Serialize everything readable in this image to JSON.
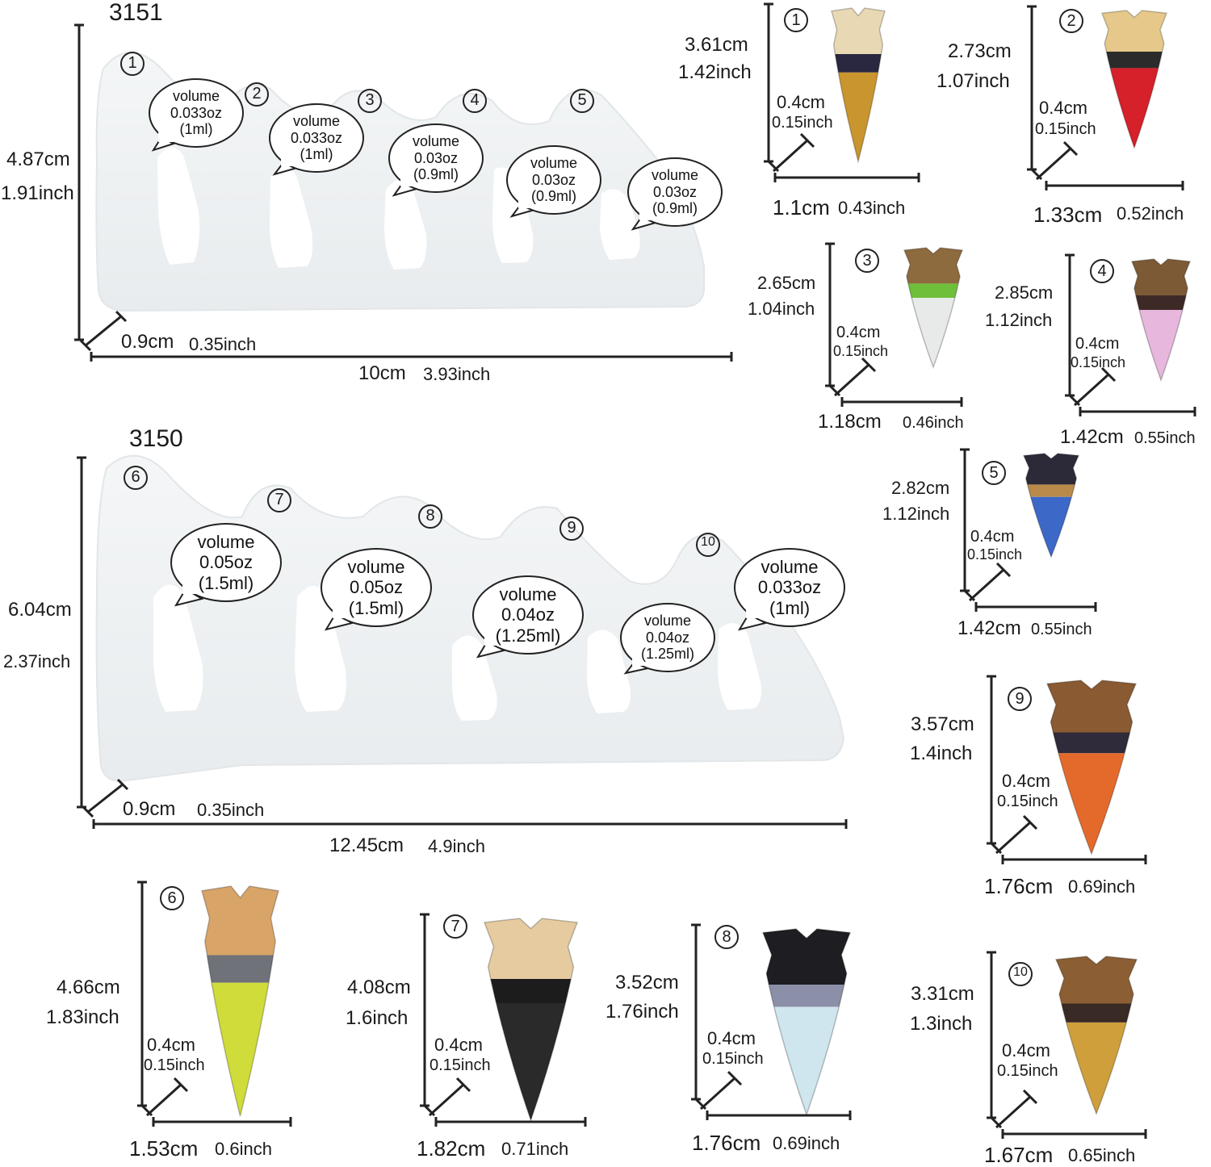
{
  "mold_3151": {
    "model": "3151",
    "height_cm": "4.87cm",
    "height_in": "1.91inch",
    "depth_cm": "0.9cm",
    "depth_in": "0.35inch",
    "width_cm": "10cm",
    "width_in": "3.93inch",
    "cavities": [
      {
        "num": "1",
        "label": "volume",
        "oz": "0.033oz",
        "ml": "(1ml)"
      },
      {
        "num": "2",
        "label": "volume",
        "oz": "0.033oz",
        "ml": "(1ml)"
      },
      {
        "num": "3",
        "label": "volume",
        "oz": "0.03oz",
        "ml": "(0.9ml)"
      },
      {
        "num": "4",
        "label": "volume",
        "oz": "0.03oz",
        "ml": "(0.9ml)"
      },
      {
        "num": "5",
        "label": "volume",
        "oz": "0.03oz",
        "ml": "(0.9ml)"
      }
    ]
  },
  "mold_3150": {
    "model": "3150",
    "height_cm": "6.04cm",
    "height_in": "2.37inch",
    "depth_cm": "0.9cm",
    "depth_in": "0.35inch",
    "width_cm": "12.45cm",
    "width_in": "4.9inch",
    "cavities": [
      {
        "num": "6",
        "label": "volume",
        "oz": "0.05oz",
        "ml": "(1.5ml)"
      },
      {
        "num": "7",
        "label": "volume",
        "oz": "0.05oz",
        "ml": "(1.5ml)"
      },
      {
        "num": "8",
        "label": "volume",
        "oz": "0.04oz",
        "ml": "(1.25ml)"
      },
      {
        "num": "9",
        "label": "volume",
        "oz": "0.04oz",
        "ml": "(1.25ml)"
      },
      {
        "num": "10",
        "label": "volume",
        "oz": "0.033oz",
        "ml": "(1ml)"
      }
    ]
  },
  "pieces": [
    {
      "num": "1",
      "h_cm": "3.61cm",
      "h_in": "1.42inch",
      "t_cm": "0.4cm",
      "t_in": "0.15inch",
      "w_cm": "1.1cm",
      "w_in": "0.43inch",
      "colors": [
        "#e9d8b4",
        "#2a2740",
        "#c9952e"
      ]
    },
    {
      "num": "2",
      "h_cm": "2.73cm",
      "h_in": "1.07inch",
      "t_cm": "0.4cm",
      "t_in": "0.15inch",
      "w_cm": "1.33cm",
      "w_in": "0.52inch",
      "colors": [
        "#e6c98a",
        "#2b2b2b",
        "#d6202a"
      ]
    },
    {
      "num": "3",
      "h_cm": "2.65cm",
      "h_in": "1.04inch",
      "t_cm": "0.4cm",
      "t_in": "0.15inch",
      "w_cm": "1.18cm",
      "w_in": "0.46inch",
      "colors": [
        "#8e6a3f",
        "#6fbf3a",
        "#e8eaea"
      ]
    },
    {
      "num": "4",
      "h_cm": "2.85cm",
      "h_in": "1.12inch",
      "t_cm": "0.4cm",
      "t_in": "0.15inch",
      "w_cm": "1.42cm",
      "w_in": "0.55inch",
      "colors": [
        "#7d5a36",
        "#3d2a26",
        "#e7b7de"
      ]
    },
    {
      "num": "5",
      "h_cm": "2.82cm",
      "h_in": "1.12inch",
      "t_cm": "0.4cm",
      "t_in": "0.15inch",
      "w_cm": "1.42cm",
      "w_in": "0.55inch",
      "colors": [
        "#2c2a38",
        "#b98a4a",
        "#3c68c8"
      ]
    },
    {
      "num": "6",
      "h_cm": "4.66cm",
      "h_in": "1.83inch",
      "t_cm": "0.4cm",
      "t_in": "0.15inch",
      "w_cm": "1.53cm",
      "w_in": "0.6inch",
      "colors": [
        "#d9a468",
        "#6f7278",
        "#cfdc3a"
      ]
    },
    {
      "num": "7",
      "h_cm": "4.08cm",
      "h_in": "1.6inch",
      "t_cm": "0.4cm",
      "t_in": "0.15inch",
      "w_cm": "1.82cm",
      "w_in": "0.71inch",
      "colors": [
        "#e6cba0",
        "#1c1c1c",
        "#2a2a2a"
      ]
    },
    {
      "num": "8",
      "h_cm": "3.52cm",
      "h_in": "1.76inch",
      "t_cm": "0.4cm",
      "t_in": "0.15inch",
      "w_cm": "1.76cm",
      "w_in": "0.69inch",
      "colors": [
        "#1d1d22",
        "#8c8fa8",
        "#cfe6ee"
      ]
    },
    {
      "num": "9",
      "h_cm": "3.57cm",
      "h_in": "1.4inch",
      "t_cm": "0.4cm",
      "t_in": "0.15inch",
      "w_cm": "1.76cm",
      "w_in": "0.69inch",
      "colors": [
        "#8a5a33",
        "#2f2b3a",
        "#e46a2c"
      ]
    },
    {
      "num": "10",
      "h_cm": "3.31cm",
      "h_in": "1.3inch",
      "t_cm": "0.4cm",
      "t_in": "0.15inch",
      "w_cm": "1.67cm",
      "w_in": "0.65inch",
      "colors": [
        "#8b5e34",
        "#3a2a26",
        "#cf9f3c"
      ]
    }
  ]
}
